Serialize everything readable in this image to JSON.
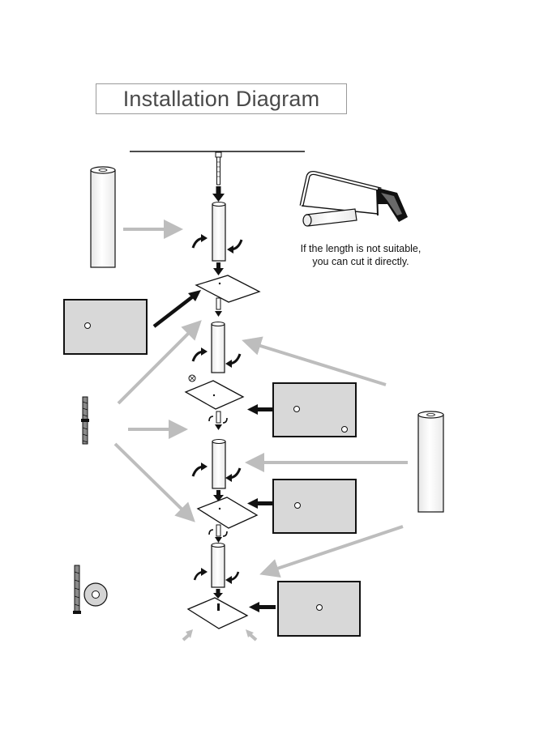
{
  "title": "Installation Diagram",
  "note": {
    "line1": "If the length is not suitable,",
    "line2": "you can cut it directly."
  },
  "colors": {
    "outline": "#111111",
    "tube_fill": "#f4f4f4",
    "panel_fill": "#d8d8d8",
    "guide_arrow": "#bdbdbd",
    "step_arrow": "#111111",
    "title_border": "#9a9a9a"
  },
  "parts": [
    "ceiling-line",
    "ceiling-bolt",
    "tube",
    "shelf-plate",
    "panel-part",
    "threaded-rod",
    "screw",
    "washer",
    "hacksaw",
    "spare-tube"
  ]
}
